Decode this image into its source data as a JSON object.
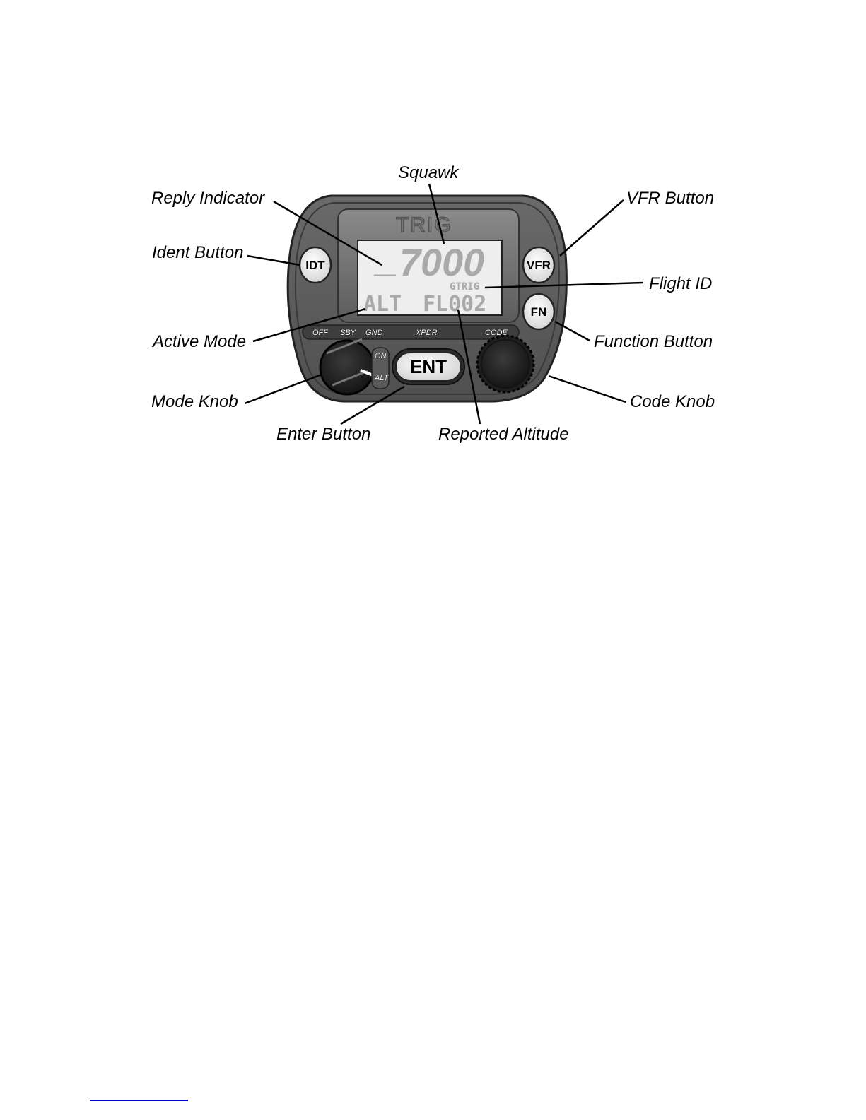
{
  "brand": "TRIG",
  "display": {
    "reply_indicator": "_",
    "squawk": "7000",
    "flight_id": "GTRIG",
    "active_mode": "ALT",
    "reported_altitude": "FL002"
  },
  "buttons": {
    "ident": "IDT",
    "vfr": "VFR",
    "function": "FN",
    "enter": "ENT"
  },
  "mode_positions": [
    "OFF",
    "SBY",
    "GND",
    "ON",
    "ALT"
  ],
  "panel_labels": {
    "xpdr": "XPDR",
    "code": "CODE"
  },
  "callouts": {
    "squawk": "Squawk",
    "reply_indicator": "Reply Indicator",
    "vfr_button": "VFR Button",
    "ident_button": "Ident Button",
    "flight_id": "Flight ID",
    "active_mode": "Active Mode",
    "function_button": "Function Button",
    "mode_knob": "Mode Knob",
    "code_knob": "Code Knob",
    "enter_button": "Enter Button",
    "reported_altitude": "Reported Altitude"
  }
}
